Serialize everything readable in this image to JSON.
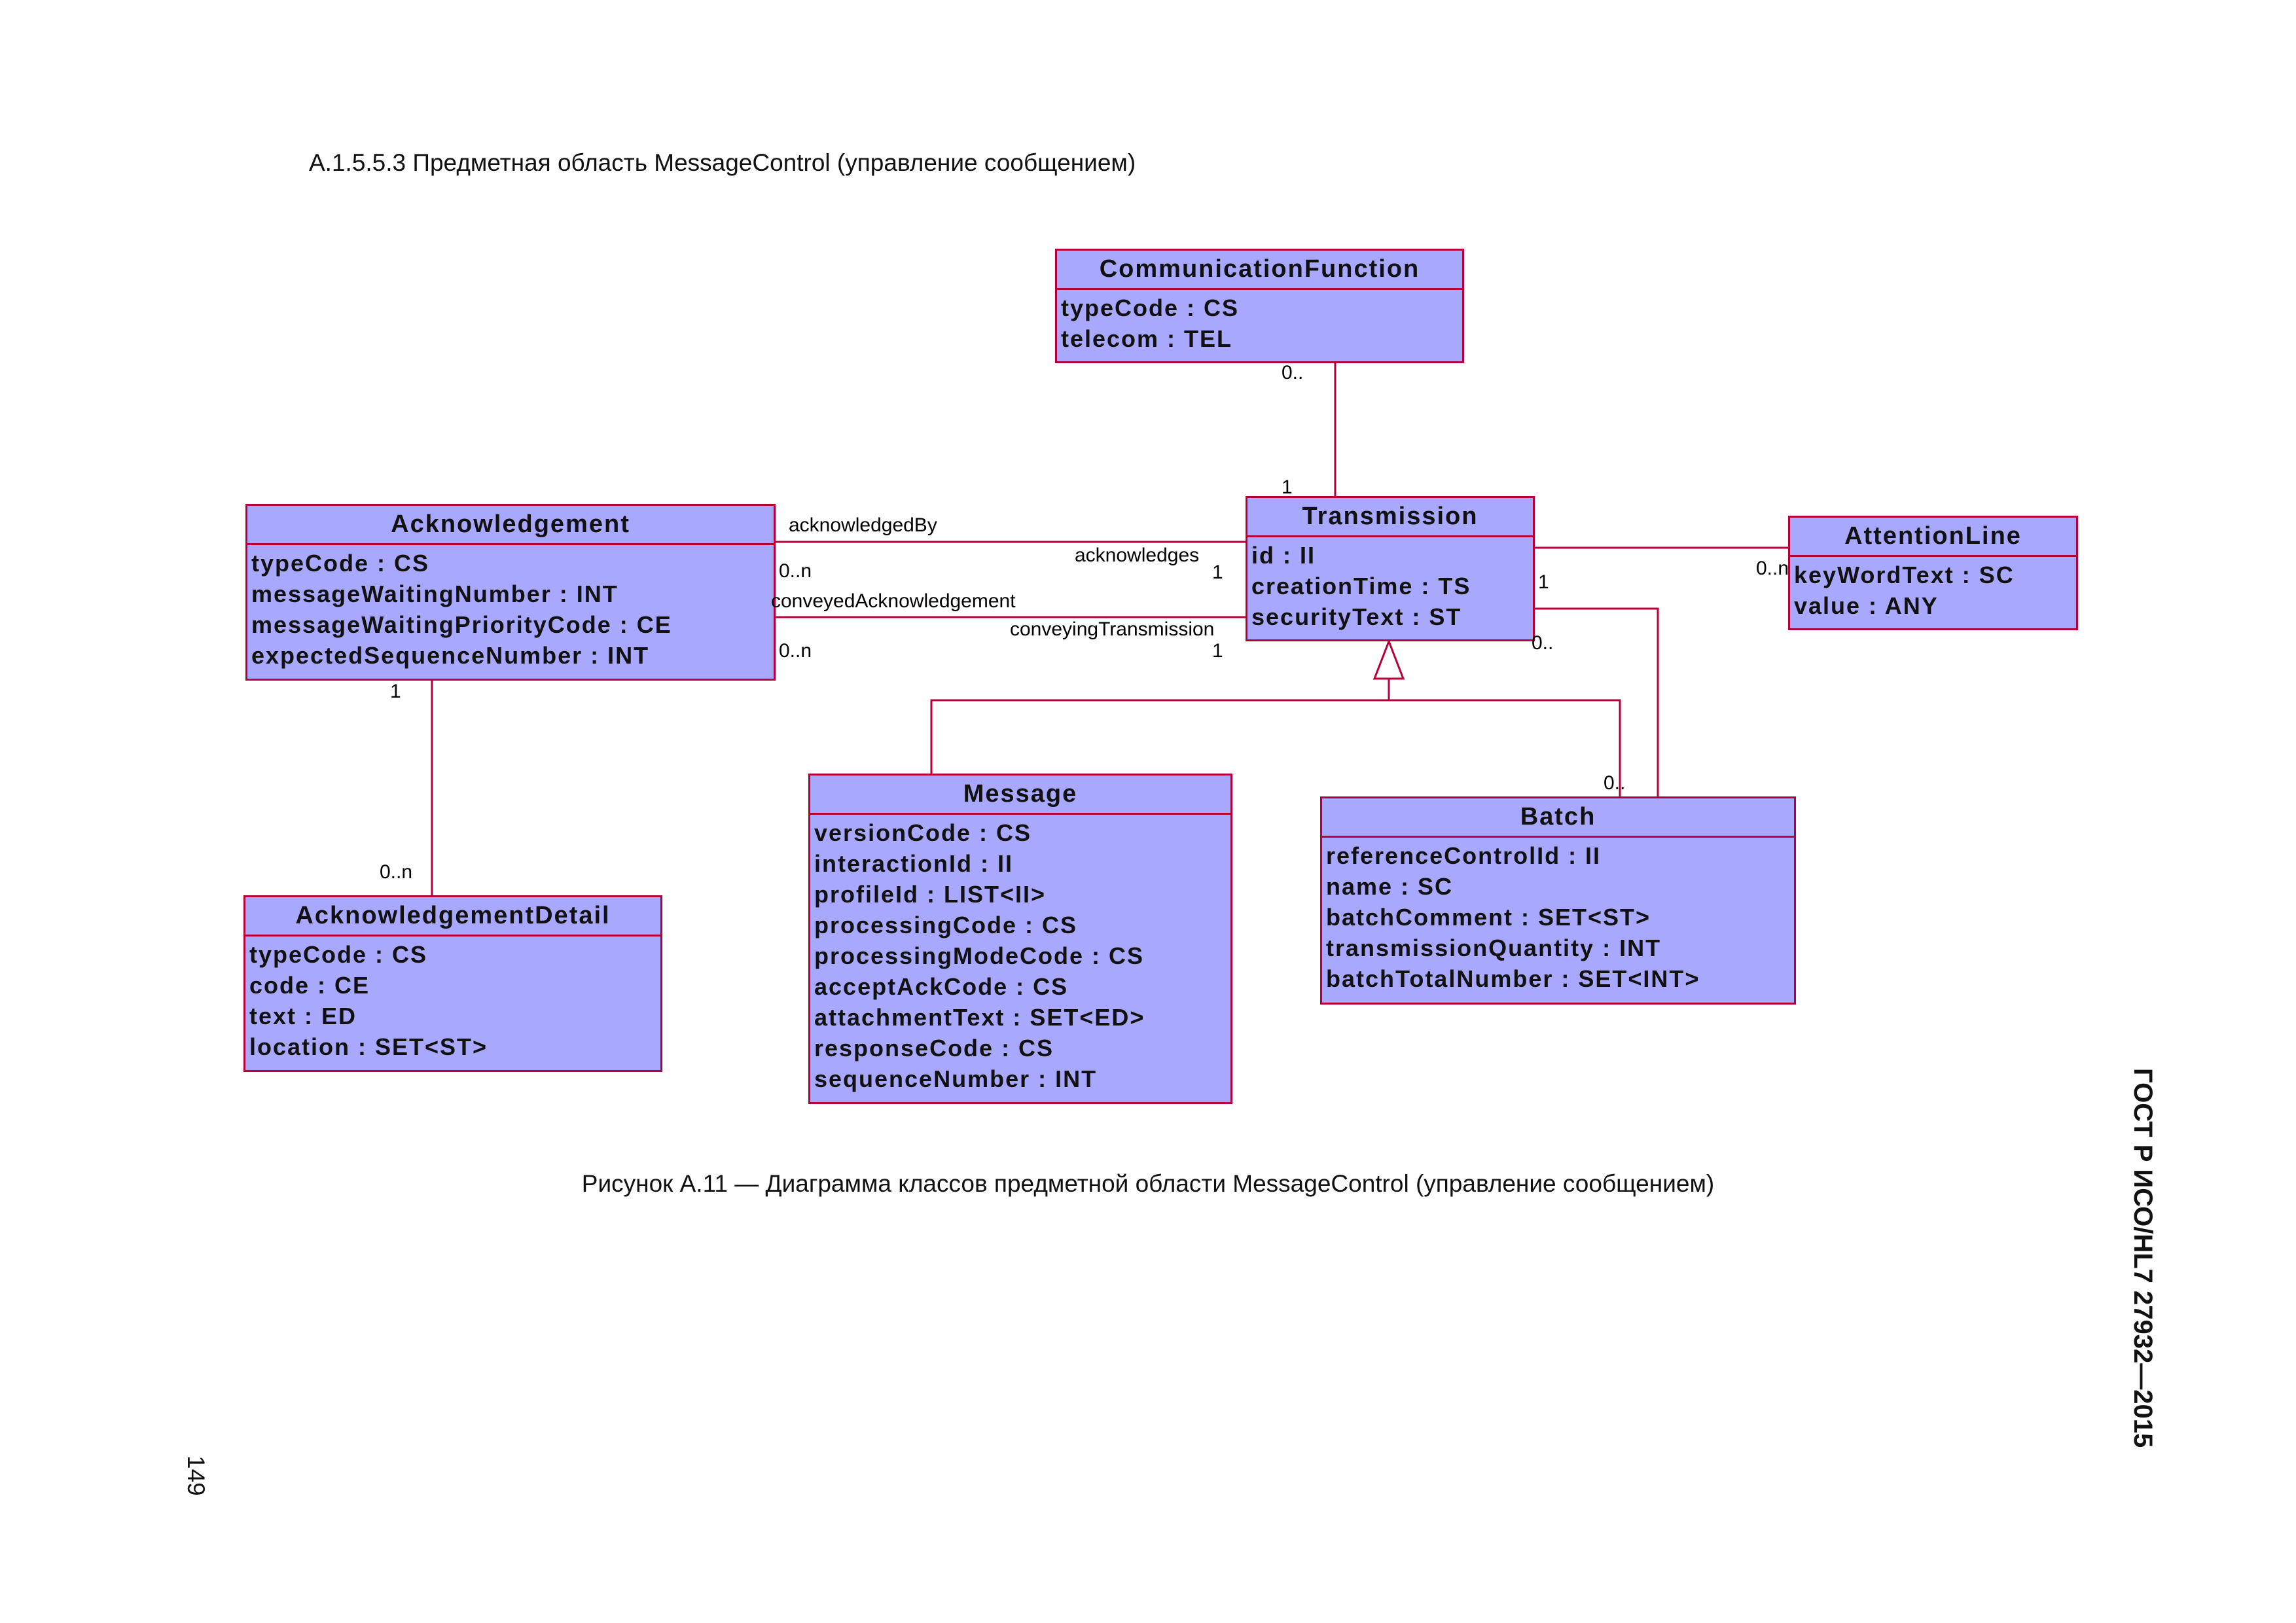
{
  "heading": "А.1.5.5.3 Предметная область MessageControl (управление сообщением)",
  "caption": "Рисунок А.11 — Диаграмма классов предметной области MessageControl (управление сообщением)",
  "page_number": "149",
  "doc_code": "ГОСТ Р ИСО/HL7 27932—2015",
  "colors": {
    "class_fill": "#a8a8fe",
    "class_border": "#b4003a",
    "line": "#b4003a"
  },
  "classes": {
    "communication_function": {
      "name": "CommunicationFunction",
      "attrs": [
        "typeCode : CS",
        "telecom : TEL"
      ]
    },
    "acknowledgement": {
      "name": "Acknowledgement",
      "attrs": [
        "typeCode : CS",
        "messageWaitingNumber : INT",
        "messageWaitingPriorityCode : CE",
        "expectedSequenceNumber : INT"
      ]
    },
    "transmission": {
      "name": "Transmission",
      "attrs": [
        "id : II",
        "creationTime : TS",
        "securityText : ST"
      ]
    },
    "attention_line": {
      "name": "AttentionLine",
      "attrs": [
        "keyWordText : SC",
        "value : ANY"
      ]
    },
    "acknowledgement_detail": {
      "name": "AcknowledgementDetail",
      "attrs": [
        "typeCode : CS",
        "code : CE",
        "text : ED",
        "location : SET<ST>"
      ]
    },
    "message": {
      "name": "Message",
      "attrs": [
        "versionCode : CS",
        "interactionId : II",
        "profileId : LIST<II>",
        "processingCode : CS",
        "processingModeCode : CS",
        "acceptAckCode : CS",
        "attachmentText : SET<ED>",
        "responseCode : CS",
        "sequenceNumber : INT"
      ]
    },
    "batch": {
      "name": "Batch",
      "attrs": [
        "referenceControlId : II",
        "name : SC",
        "batchComment : SET<ST>",
        "transmissionQuantity : INT",
        "batchTotalNumber : SET<INT>"
      ]
    }
  },
  "associations": {
    "cf_mult": "0..",
    "tr_cf_mult": "1",
    "acknowledged_by": "acknowledgedBy",
    "ack_mult_top": "0..n",
    "acknowledges": "acknowledges",
    "acknowledges_mult": "1",
    "conveyed_ack": "conveyedAcknowledgement",
    "ack_mult_bottom": "0..n",
    "conveying_transmission": "conveyingTransmission",
    "conveying_mult": "1",
    "tr_al_mult": "1",
    "al_mult": "0..n",
    "tr_batch_mult": "0..",
    "batch_mult": "0..",
    "ack_detail_src": "1",
    "ack_detail_mult": "0..n"
  }
}
